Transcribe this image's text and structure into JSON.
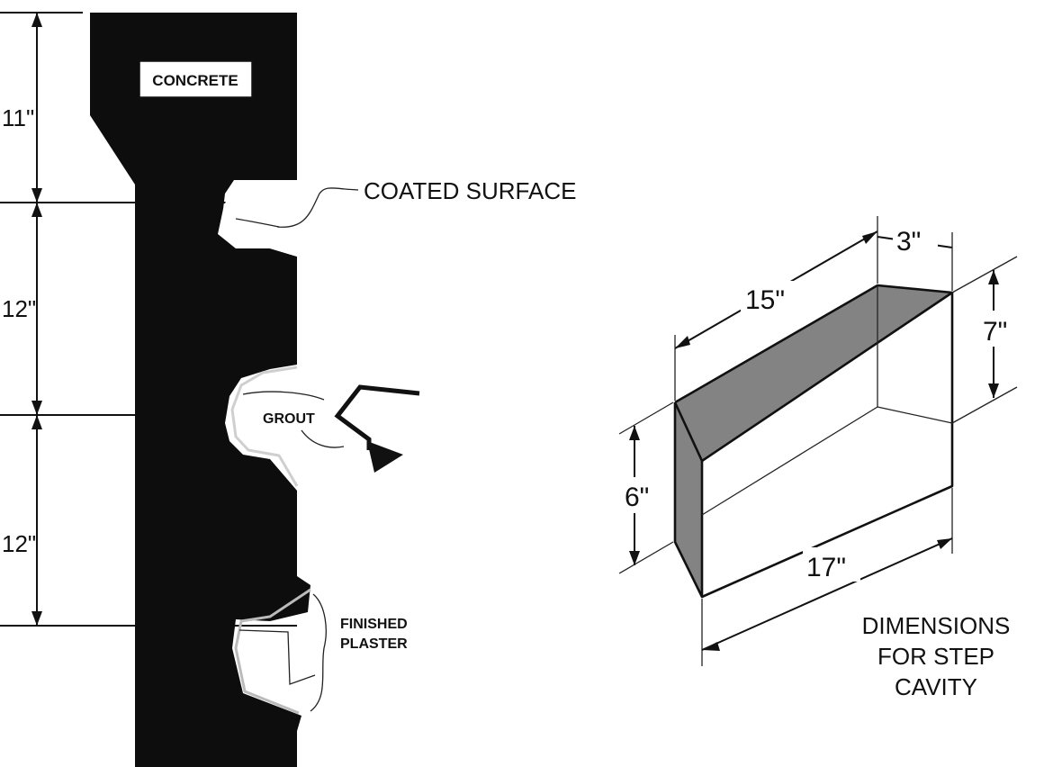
{
  "cross_section": {
    "material_label": "CONCRETE",
    "dimensions": [
      "11\"",
      "12\"",
      "12\""
    ],
    "callouts": {
      "coated_surface": "COATED SURFACE",
      "grout": "GROUT",
      "finished_plaster_line1": "FINISHED",
      "finished_plaster_line2": "PLASTER"
    }
  },
  "step_cavity": {
    "dimensions": {
      "depth_top": "3\"",
      "top_length": "15\"",
      "back_height": "7\"",
      "front_height": "6\"",
      "bottom_length": "17\""
    },
    "title_lines": [
      "DIMENSIONS",
      "FOR STEP",
      "CAVITY"
    ]
  },
  "colors": {
    "ink": "#111111",
    "paper": "#ffffff",
    "shading": "#5a5a5a"
  }
}
